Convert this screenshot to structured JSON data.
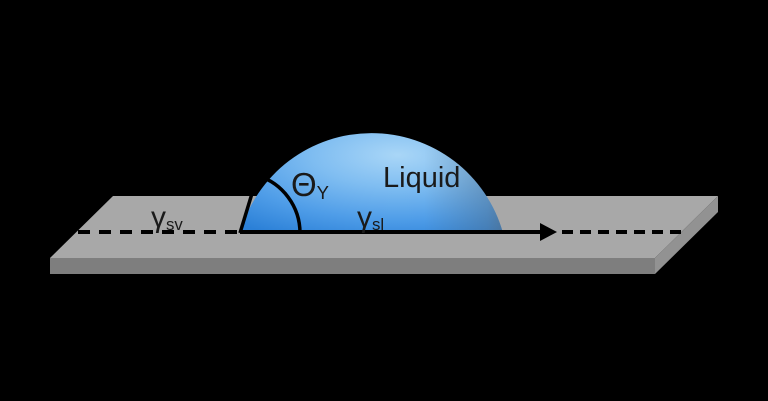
{
  "diagram": {
    "type": "wetting-contact-angle-schematic",
    "labels": {
      "surface_tension_sv": {
        "symbol": "γ",
        "subscript": "sv"
      },
      "surface_tension_sl": {
        "symbol": "γ",
        "subscript": "sl"
      },
      "contact_angle": {
        "symbol": "Θ",
        "subscript": "Y"
      },
      "liquid": "Liquid"
    },
    "colors": {
      "background": "#000000",
      "surface_top": "#a8a8a8",
      "surface_front": "#7e7e7e",
      "surface_side": "#929292",
      "line": "#000000",
      "label_text": "#1a1a1a",
      "droplet_highlight": "#a9d6f7",
      "droplet_light": "#7fbdf1",
      "droplet_mid": "#4f9de8",
      "droplet_deep": "#2b80d7",
      "droplet_rim_shadow": "#5a6670"
    }
  }
}
